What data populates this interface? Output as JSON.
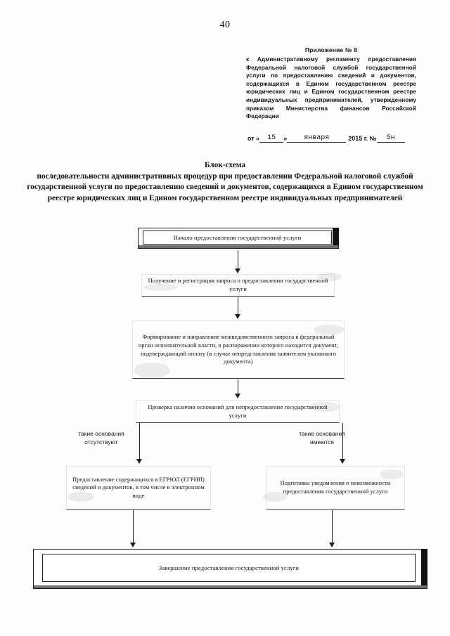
{
  "document": {
    "page_number": "40",
    "appendix": {
      "title": "Приложение № 8",
      "body": "к Административному регламенту предоставления Федеральной налоговой службой государственной услуги по предоставлению сведений и документов, содержащихся в Едином государственном реестре юридических лиц и Едином государственном реестре индивидуальных предпринимателей, утвержденному приказом Министерства финансов Российской Федерации"
    },
    "date_line": {
      "prefix": "от «",
      "day": "15",
      "quote_close": "»",
      "month": "января",
      "year_label": "2015 г. №",
      "number": "5н"
    },
    "chart_title": {
      "line1": "Блок-схема",
      "line2": "последовательности административных процедур при предоставлении Федеральной налоговой службой государственной услуги по предоставлению сведений и документов, содержащихся в Едином государственном реестре юридических лиц и Едином государственном реестре индивидуальных предпринимателей"
    }
  },
  "chart_data": {
    "type": "diagram",
    "title": "Блок-схема последовательности административных процедур",
    "nodes": [
      {
        "id": "start",
        "shape": "terminator",
        "label": "Начало предоставления государственной услуги"
      },
      {
        "id": "receive",
        "shape": "process",
        "label": "Получение и регистрация запроса о предоставлении государственной услуги"
      },
      {
        "id": "interdept",
        "shape": "process",
        "label": "Формирование и направление межведомственного запроса в федеральный орган исполнительной власти, в распоряжении которого находится документ, подтверждающий оплату (в случае непредставления заявителем указанного документа)"
      },
      {
        "id": "check",
        "shape": "process",
        "label": "Проверка наличия оснований для непредоставления государственной услуги"
      },
      {
        "id": "provide",
        "shape": "process",
        "label": "Предоставление содержащихся в ЕГРЮЛ (ЕГРИП) сведений и документов, в том числе в электронном виде"
      },
      {
        "id": "refuse",
        "shape": "process",
        "label": "Подготовка уведомления о невозможности предоставления государственной услуги"
      },
      {
        "id": "end",
        "shape": "terminator",
        "label": "Завершение предоставления государственной услуги"
      }
    ],
    "edges": [
      {
        "from": "start",
        "to": "receive",
        "label": ""
      },
      {
        "from": "receive",
        "to": "interdept",
        "label": ""
      },
      {
        "from": "interdept",
        "to": "check",
        "label": ""
      },
      {
        "from": "check",
        "to": "provide",
        "label": "такие основания отсутствуют"
      },
      {
        "from": "check",
        "to": "refuse",
        "label": "такие основания имеются"
      },
      {
        "from": "provide",
        "to": "end",
        "label": ""
      },
      {
        "from": "refuse",
        "to": "end",
        "label": ""
      }
    ],
    "branch_labels": {
      "left": "такие основания\nотсутствуют",
      "left_line1": "такие основания",
      "left_line2": "отсутствуют",
      "right_line1": "такие основания",
      "right_line2": "имеются"
    }
  }
}
